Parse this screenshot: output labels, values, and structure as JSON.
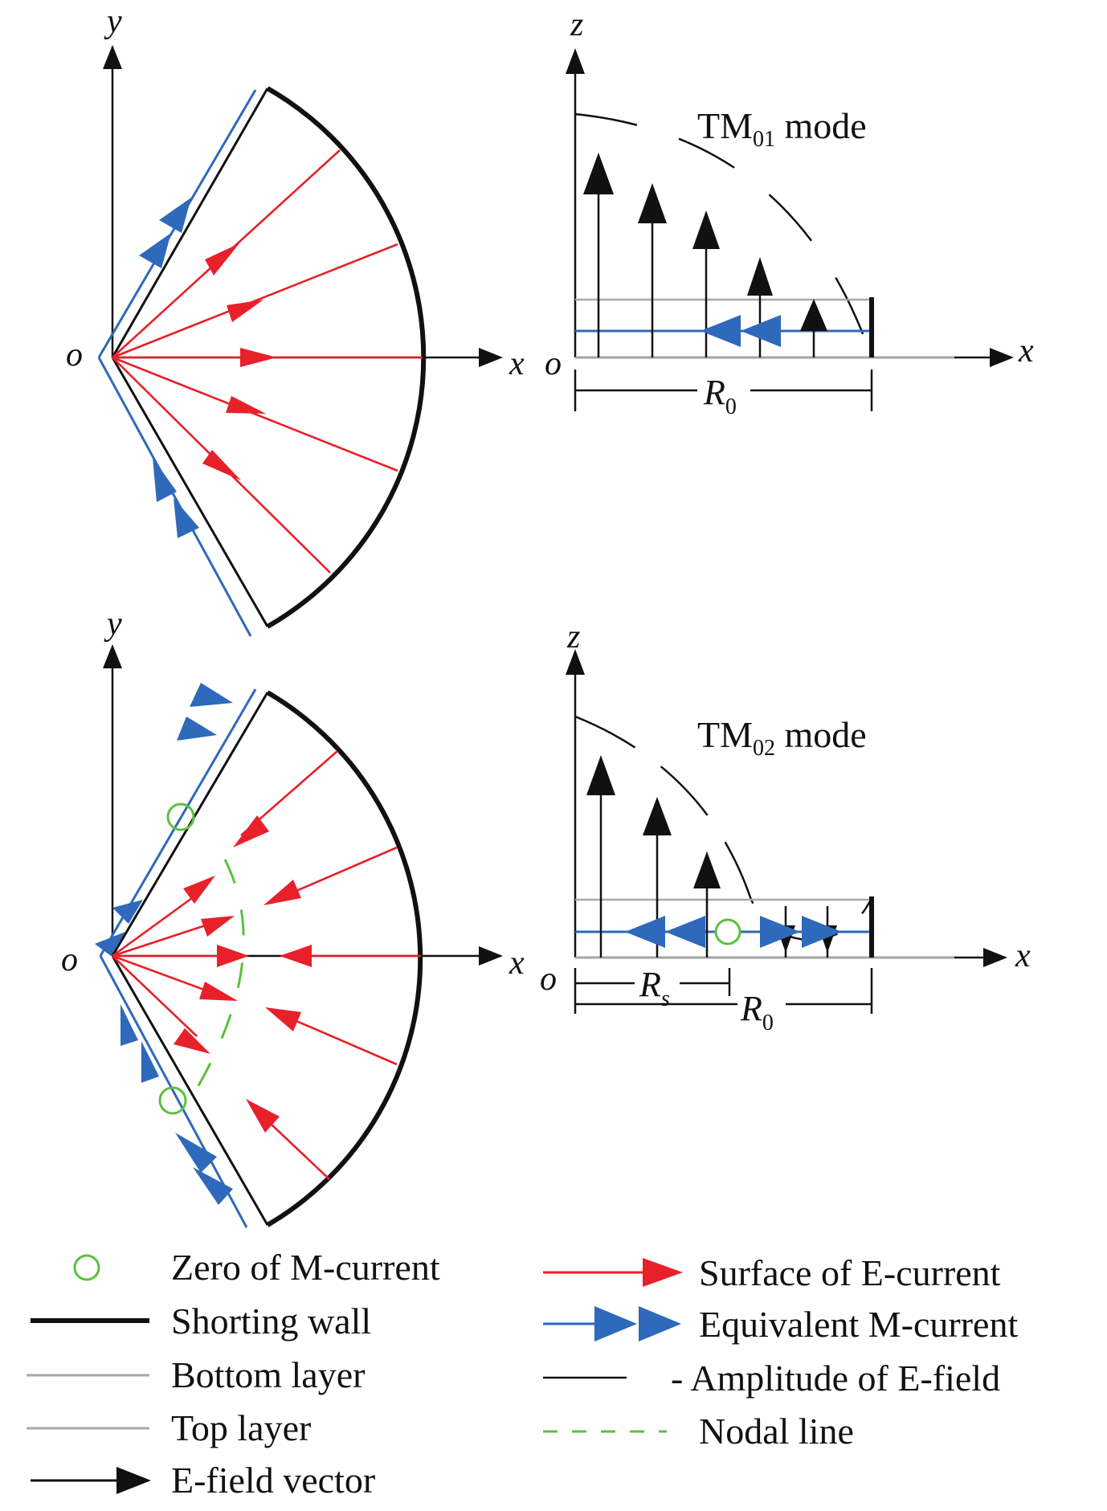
{
  "colors": {
    "red": "#e8202a",
    "blue": "#2e69bb",
    "black": "#111111",
    "gray": "#a8a8a8",
    "green": "#5cbf3f"
  },
  "panel_tl": {
    "axis_y": "y",
    "axis_x": "x",
    "origin": "o"
  },
  "panel_tr": {
    "axis_z": "z",
    "axis_x": "x",
    "origin": "o",
    "mode_prefix": "TM",
    "mode_sub": "01",
    "mode_suffix": " mode",
    "radius_main": "R",
    "radius_main_sub": "0"
  },
  "panel_bl": {
    "axis_y": "y",
    "axis_x": "x",
    "origin": "o"
  },
  "panel_br": {
    "axis_z": "z",
    "axis_x": "x",
    "origin": "o",
    "mode_prefix": "TM",
    "mode_sub": "02",
    "mode_suffix": " mode",
    "radius_s": "R",
    "radius_s_sub": "s",
    "radius_main": "R",
    "radius_main_sub": "0"
  },
  "legend": {
    "zero_m_current": "Zero of M-current",
    "shorting_wall": "Shorting wall",
    "bottom_layer": "Bottom layer",
    "top_layer": "Top layer",
    "e_field_vector": "E-field vector",
    "surface_e_current": "Surface of E-current",
    "equivalent_m_current": "Equivalent M-current",
    "amplitude_e_field": "- Amplitude of E-field",
    "nodal_line": "Nodal line"
  }
}
